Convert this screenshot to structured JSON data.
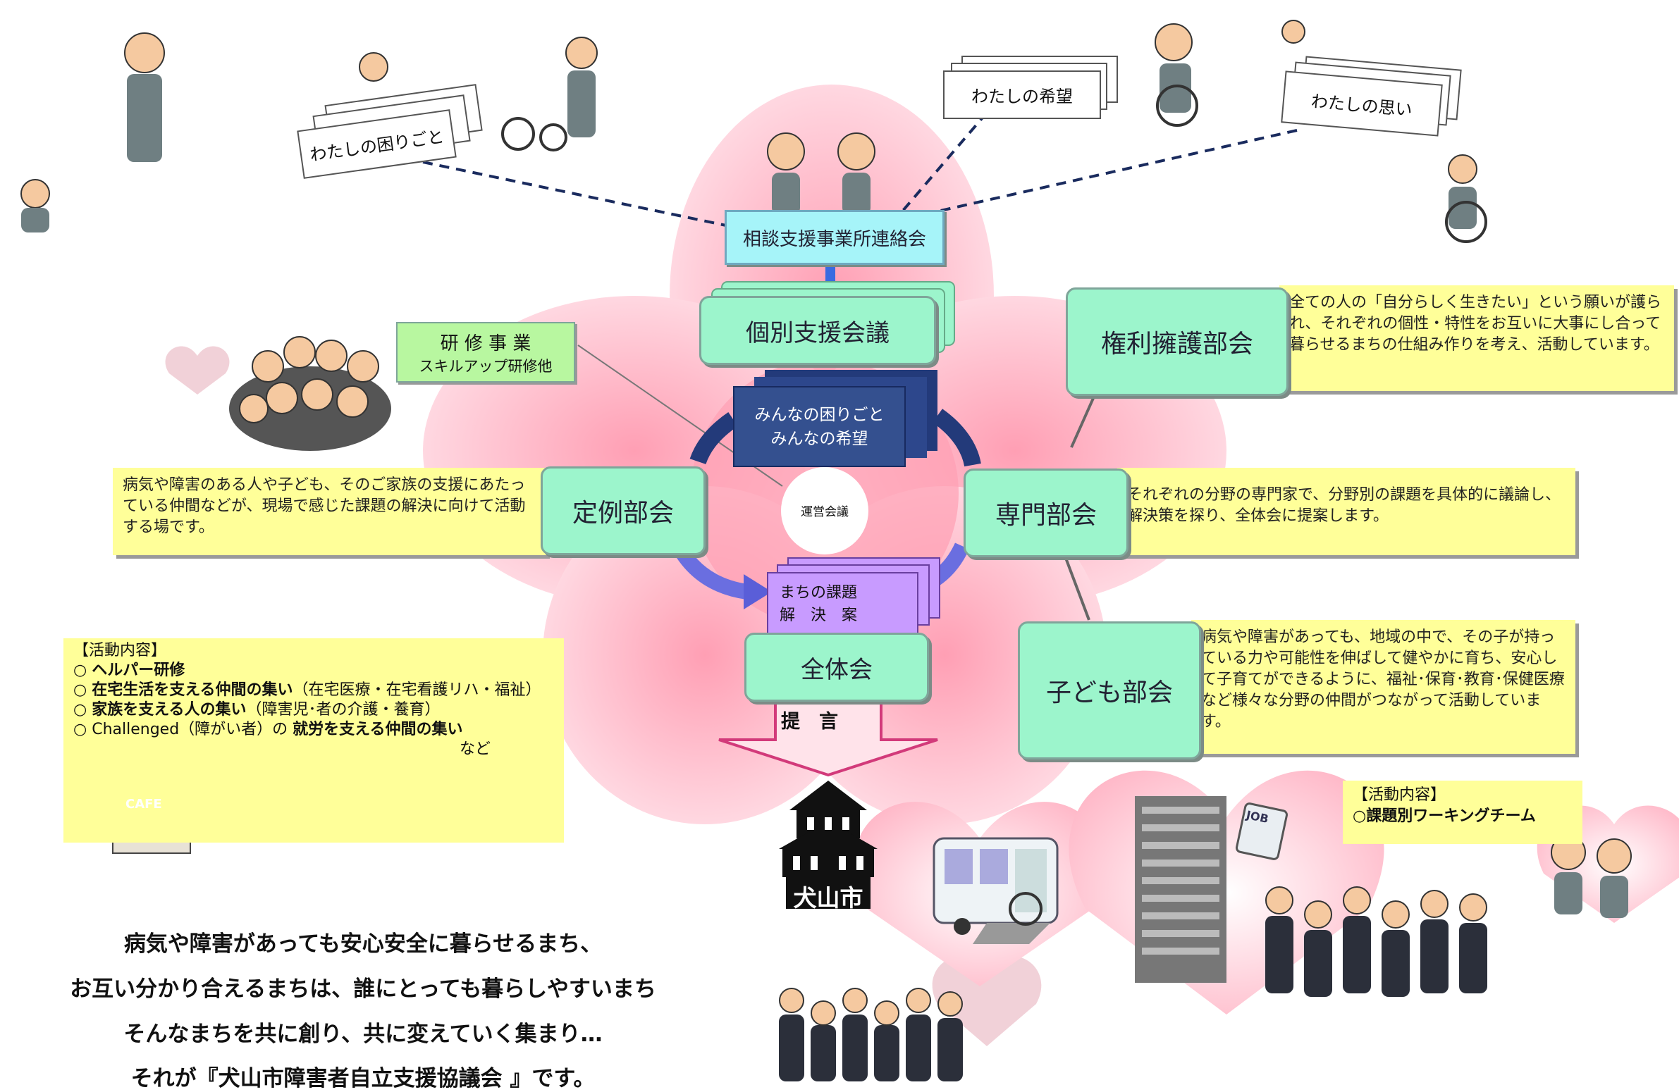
{
  "colors": {
    "flower": "#ffc9d6",
    "flower_center": "#ff9fb4",
    "mint": "#9cf5cc",
    "note": "#ffff99",
    "purple": "#c89bff",
    "navy": "#233a7a",
    "cyan": "#a6f4f9",
    "connector": "#1a2b5e"
  },
  "papers": {
    "worry": "わたしの困りごと",
    "hope": "わたしの希望",
    "thought": "わたしの思い"
  },
  "liaison": "相談支援事業所連絡会",
  "individual": "個別支援会議",
  "training": {
    "title": "研 修 事 業",
    "sub": "スキルアップ研修他"
  },
  "center_stack": {
    "line1": "みんなの困りごと",
    "line2": "みんなの希望"
  },
  "steering": "運営会議",
  "issues": {
    "line1": "まちの課題",
    "line2": "解　決　案"
  },
  "general": "全体会",
  "proposal": "提　言",
  "city": "犬山市",
  "committees": {
    "teirei": {
      "label": "定例部会",
      "note": "病気や障害のある人や子ども、そのご家族の支援にあたっている仲間などが、現場で感じた課題の解決に向けて活動する場です。"
    },
    "senmon": {
      "label": "専門部会",
      "note": "それぞれの分野の専門家で、分野別の課題を具体的に議論し、解決策を探り、全体会に提案します。"
    },
    "kenri": {
      "label": "権利擁護部会",
      "note": "全ての人の「自分らしく生きたい」という願いが護られ、それぞれの個性・特性をお互いに大事にし合って暮らせるまちの仕組み作りを考え、活動しています。"
    },
    "kodomo": {
      "label": "子ども部会",
      "note": "病気や障害があっても、地域の中で、その子が持っている力や可能性を伸ばして健やかに育ち、安心して子育てができるように、福祉･保育･教育･保健医療など様々な分野の仲間がつながって活動しています。"
    }
  },
  "activities_left": {
    "header": "【活動内容】",
    "items": [
      {
        "mark": "○",
        "bold": "ヘルパー研修",
        "rest": ""
      },
      {
        "mark": "○",
        "bold": "在宅生活を支える仲間の集い",
        "rest": "（在宅医療・在宅看護リハ・福祉）"
      },
      {
        "mark": "○",
        "bold": "家族を支える人の集い",
        "rest": "（障害児･者の介護・養育）"
      },
      {
        "mark": "○",
        "bold": "",
        "rest": "Challenged（障がい者）の ",
        "bold2": "就労を支える仲間の集い"
      }
    ],
    "etc": "など",
    "cafe": "CAFE"
  },
  "activities_right": {
    "header": "【活動内容】",
    "item": "○課題別ワーキングチーム"
  },
  "job_sign": "JOB",
  "bottom_lines": [
    "病気や障害があっても安心安全に暮らせるまち、",
    "お互い分かり合えるまちは、誰にとっても暮らしやすいまち",
    "そんなまちを共に創り、共に変えていく集まり…",
    "それが『犬山市障害者自立支援協議会 』です。"
  ]
}
